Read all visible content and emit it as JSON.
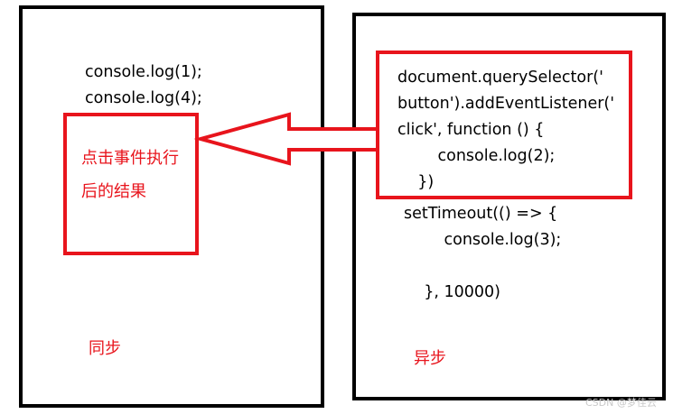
{
  "sync_panel": {
    "code_lines": [
      "console.log(1);",
      "console.log(4);"
    ],
    "result_text": "点击事件执行后的结果",
    "label": "同步"
  },
  "async_panel": {
    "listener_lines": [
      "document.querySelector('",
      "button').addEventListener('",
      "click', function () {",
      "        console.log(2);",
      "    })"
    ],
    "timeout_lines": [
      "setTimeout(() => {",
      "        console.log(3);",
      "",
      "    }, 10000)"
    ],
    "label": "异步"
  },
  "watermark": "CSDN @梦佳云",
  "colors": {
    "accent_red": "#e8141c",
    "border_black": "#000000"
  }
}
